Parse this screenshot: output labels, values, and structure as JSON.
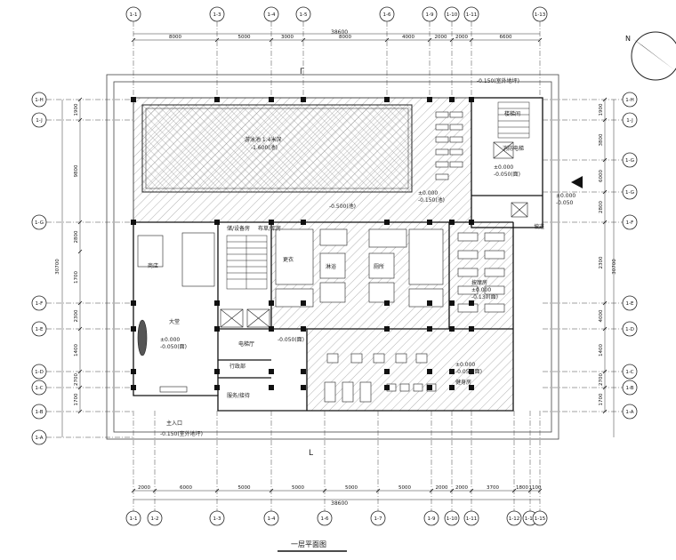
{
  "drawing": {
    "title": "一层平面图",
    "total_dim_top": "38600",
    "total_dim_bottom": "38600",
    "section_mark": "Γ",
    "section_mark_bottom": "L"
  },
  "axes_top": [
    "1-1",
    "1-3",
    "1-4",
    "1-5",
    "1-6",
    "1-9",
    "1-10",
    "1-11",
    "1-13"
  ],
  "axes_bottom": [
    "1-1",
    "1-2",
    "1-3",
    "1-4",
    "1-6",
    "1-7",
    "1-9",
    "1-10",
    "1-11",
    "1-12",
    "1-13",
    "1-15"
  ],
  "axes_left": [
    "1-H",
    "1-J",
    "1-G",
    "1-F",
    "1-E",
    "1-D",
    "1-C",
    "1-B",
    "1-A"
  ],
  "axes_right": [
    "1-H",
    "1-J",
    "1-G",
    "1-G",
    "1-F",
    "1-E",
    "1-D",
    "1-C",
    "1-B",
    "1-A"
  ],
  "dims_top": [
    "8000",
    "5000",
    "3000",
    "8000",
    "4000",
    "2000",
    "2000",
    "6600"
  ],
  "dims_bottom": [
    "2000",
    "6000",
    "5000",
    "5000",
    "5000",
    "5000",
    "2000",
    "2000",
    "3700",
    "1800",
    "1100"
  ],
  "dims_left": [
    "1900",
    "9800",
    "2800",
    "1700",
    "2300",
    "1400",
    "2700",
    "1700",
    "30700"
  ],
  "dims_right": [
    "1900",
    "3800",
    "6000",
    "2800",
    "2300",
    "4000",
    "1400",
    "2700",
    "1700",
    "30700"
  ],
  "rooms": {
    "pool": "游泳池 1.4米深",
    "pool_level": "-1.600(池)",
    "level_top": "-0.150(室外地坪)",
    "level_deck": "-0.500(池)",
    "level_deck2": "±0.000",
    "level_deck3": "-0.150(池)",
    "lobby": "大堂",
    "lobby_level": "±0.000",
    "lobby_level2": "-0.050(面)",
    "entrance": "主入口",
    "entrance_level": "-0.150(室外地坪)",
    "shop": "商店",
    "storage": "储/设备房",
    "storage2": "布草/库房",
    "lift_hall": "电梯厅",
    "lift_level": "-0.050(面)",
    "office": "行政部",
    "reception": "服务/接待",
    "gym": "健身房",
    "gym_level": "±0.000",
    "gym_level2": "-0.050(面)",
    "massage": "按摩房",
    "massage_level": "±0.000",
    "massage_level2": "-0.130(面)",
    "changing": "更衣",
    "shower": "淋浴",
    "toilet": "厕所",
    "fire_exit": "消防电梯",
    "level_fire": "±0.000",
    "level_fire2": "-0.050(面)",
    "stair": "楼梯间",
    "ramp": "坡道",
    "level_right": "±0.000",
    "level_pit": "-0.050"
  },
  "colors": {
    "line": "#222222",
    "hatch": "#555555",
    "column": "#111111"
  }
}
